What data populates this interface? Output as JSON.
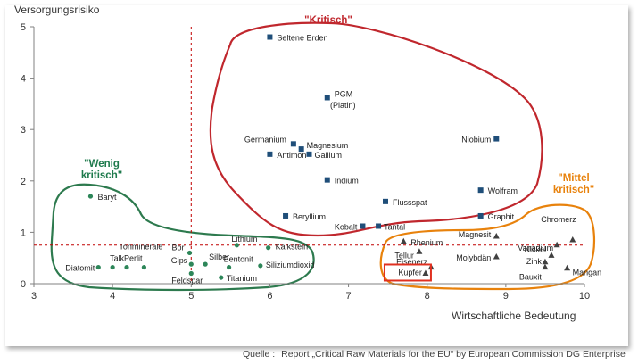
{
  "chart_data": {
    "type": "scatter",
    "xlabel": "Wirtschaftliche Bedeutung",
    "ylabel": "Versorgungsrisiko",
    "xlim": [
      3,
      10
    ],
    "ylim": [
      0,
      5
    ],
    "x_ticks": [
      "3",
      "4",
      "5",
      "6",
      "7",
      "8",
      "9",
      "10"
    ],
    "y_ticks": [
      "0",
      "1",
      "2",
      "3",
      "4",
      "5"
    ],
    "grid": false,
    "threshold_lines": {
      "x": 5,
      "y": 0.75,
      "color": "#c00000"
    },
    "series": [
      {
        "group": "wenig",
        "marker": "circle",
        "color": "#2d8659",
        "points": [
          {
            "label": "Baryt",
            "x": 3.72,
            "y": 1.7
          },
          {
            "label": "Diatomit",
            "x": 3.82,
            "y": 0.32
          },
          {
            "label": "Talk",
            "x": 4.0,
            "y": 0.32
          },
          {
            "label": "Perlit",
            "x": 4.18,
            "y": 0.32
          },
          {
            "label": "Tonminerale",
            "x": 4.4,
            "y": 0.32
          },
          {
            "label": "Bor",
            "x": 4.98,
            "y": 0.6
          },
          {
            "label": "Gips",
            "x": 5.0,
            "y": 0.38
          },
          {
            "label": "Feldspar",
            "x": 5.0,
            "y": 0.2
          },
          {
            "label": "Silber",
            "x": 5.18,
            "y": 0.38
          },
          {
            "label": "Lithium",
            "x": 5.58,
            "y": 0.75
          },
          {
            "label": "Bentonit",
            "x": 5.48,
            "y": 0.32
          },
          {
            "label": "Titanium",
            "x": 5.38,
            "y": 0.12
          },
          {
            "label": "Kalkstein",
            "x": 5.98,
            "y": 0.7
          },
          {
            "label": "Siliziumdioxid",
            "x": 5.88,
            "y": 0.35
          }
        ]
      },
      {
        "group": "kritisch",
        "marker": "square",
        "color": "#1f4e79",
        "points": [
          {
            "label": "Seltene Erden",
            "x": 6.0,
            "y": 4.8
          },
          {
            "label": "PGM",
            "x": 6.73,
            "y": 3.62
          },
          {
            "label": "Germanium",
            "x": 6.3,
            "y": 2.72
          },
          {
            "label": "Magnesium",
            "x": 6.4,
            "y": 2.62
          },
          {
            "label": "Antimon",
            "x": 6.0,
            "y": 2.52
          },
          {
            "label": "Gallium",
            "x": 6.5,
            "y": 2.52
          },
          {
            "label": "Indium",
            "x": 6.73,
            "y": 2.02
          },
          {
            "label": "Beryllium",
            "x": 6.2,
            "y": 1.32
          },
          {
            "label": "Kobalt",
            "x": 7.18,
            "y": 1.12
          },
          {
            "label": "Tantal",
            "x": 7.38,
            "y": 1.12
          },
          {
            "label": "Flussspat",
            "x": 7.47,
            "y": 1.6
          },
          {
            "label": "Niobium",
            "x": 8.88,
            "y": 2.82
          },
          {
            "label": "Wolfram",
            "x": 8.68,
            "y": 1.82
          },
          {
            "label": "Graphit",
            "x": 8.68,
            "y": 1.32
          }
        ]
      },
      {
        "group": "mittel",
        "marker": "triangle",
        "color": "#404040",
        "points": [
          {
            "label": "Rhenium",
            "x": 7.7,
            "y": 0.82
          },
          {
            "label": "Tellur",
            "x": 7.9,
            "y": 0.62
          },
          {
            "label": "Eisenerz",
            "x": 8.05,
            "y": 0.32
          },
          {
            "label": "Kupfer",
            "x": 7.98,
            "y": 0.2
          },
          {
            "label": "Molybdän",
            "x": 8.88,
            "y": 0.52
          },
          {
            "label": "Magnesit",
            "x": 8.88,
            "y": 0.92
          },
          {
            "label": "Chromerz",
            "x": 9.85,
            "y": 0.85
          },
          {
            "label": "Vanadium",
            "x": 9.65,
            "y": 0.75
          },
          {
            "label": "Nickel",
            "x": 9.58,
            "y": 0.55
          },
          {
            "label": "Zink",
            "x": 9.5,
            "y": 0.42
          },
          {
            "label": "Bauxit",
            "x": 9.5,
            "y": 0.32
          },
          {
            "label": "Mangan",
            "x": 9.78,
            "y": 0.3
          }
        ]
      }
    ],
    "annotations": {
      "kritisch": {
        "title": "\"Kritisch\"",
        "color": "#c0272d"
      },
      "wenig": {
        "title_line1": "\"Wenig",
        "title_line2": "kritisch\"",
        "color": "#1e7a4c"
      },
      "mittel": {
        "title_line1": "\"Mittel",
        "title_line2": "kritisch\"",
        "color": "#e8820c"
      },
      "pgm_sublabel": "(Platin)",
      "kupfer_highlight_color": "#e03020"
    }
  },
  "source": {
    "prefix": "Quelle :",
    "text": "Report „Critical Raw Materials for the EU“ by European Commission DG Enterprise"
  }
}
